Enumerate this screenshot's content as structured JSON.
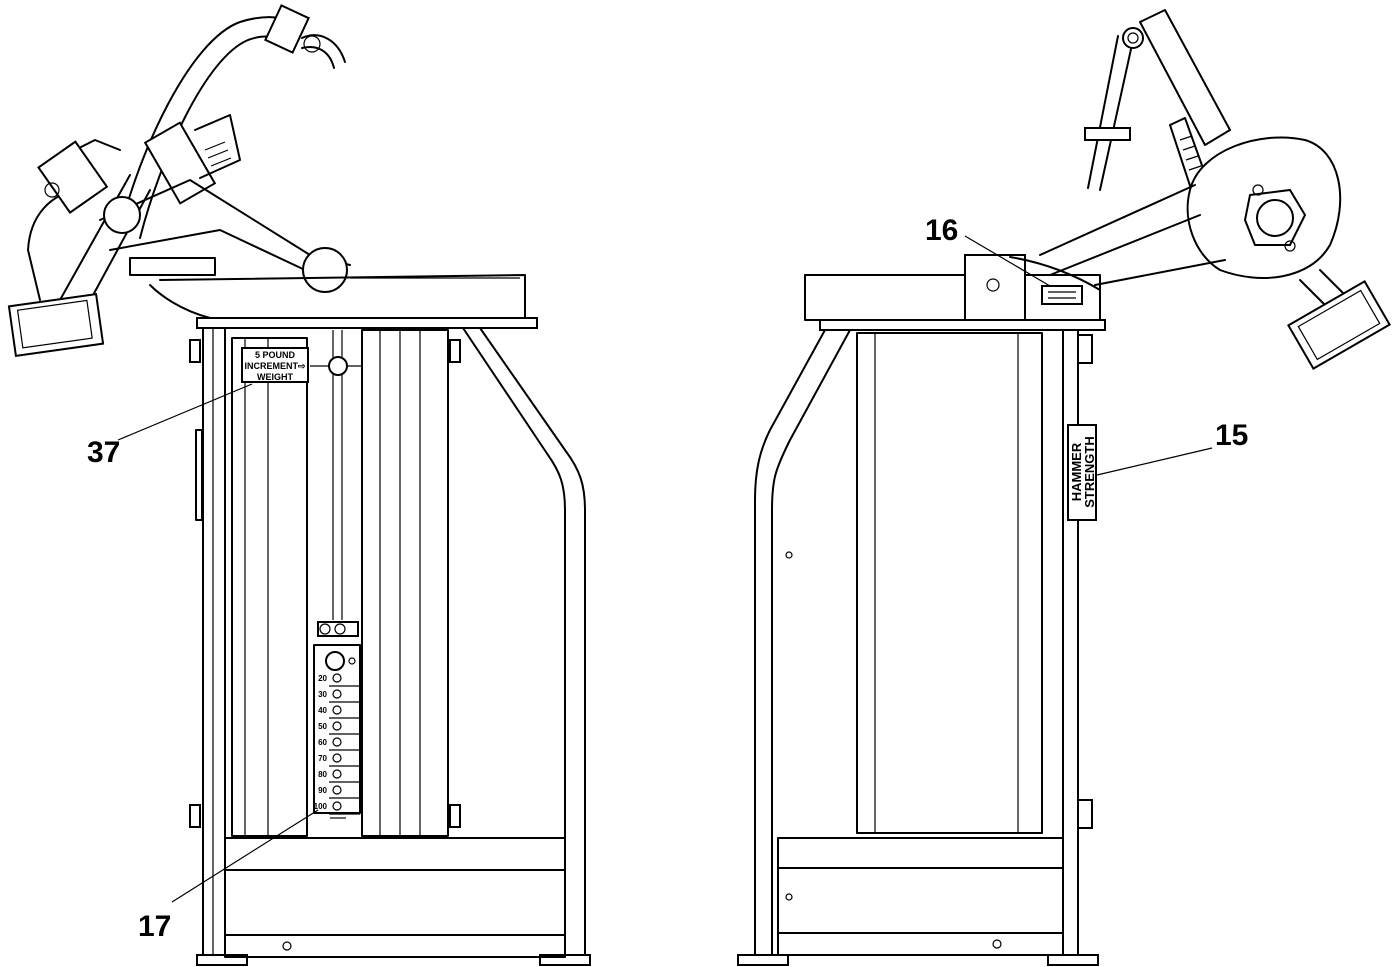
{
  "callouts": {
    "c37": "37",
    "c17": "17",
    "c16": "16",
    "c15": "15"
  },
  "increment_label": {
    "line1": "5 POUND",
    "line2": "INCREMENT⇨",
    "line3": "WEIGHT"
  },
  "weight_stack": [
    "20",
    "30",
    "40",
    "50",
    "60",
    "70",
    "80",
    "90",
    "100"
  ],
  "brand": {
    "line1": "HAMMER",
    "line2": "STRENGTH"
  }
}
